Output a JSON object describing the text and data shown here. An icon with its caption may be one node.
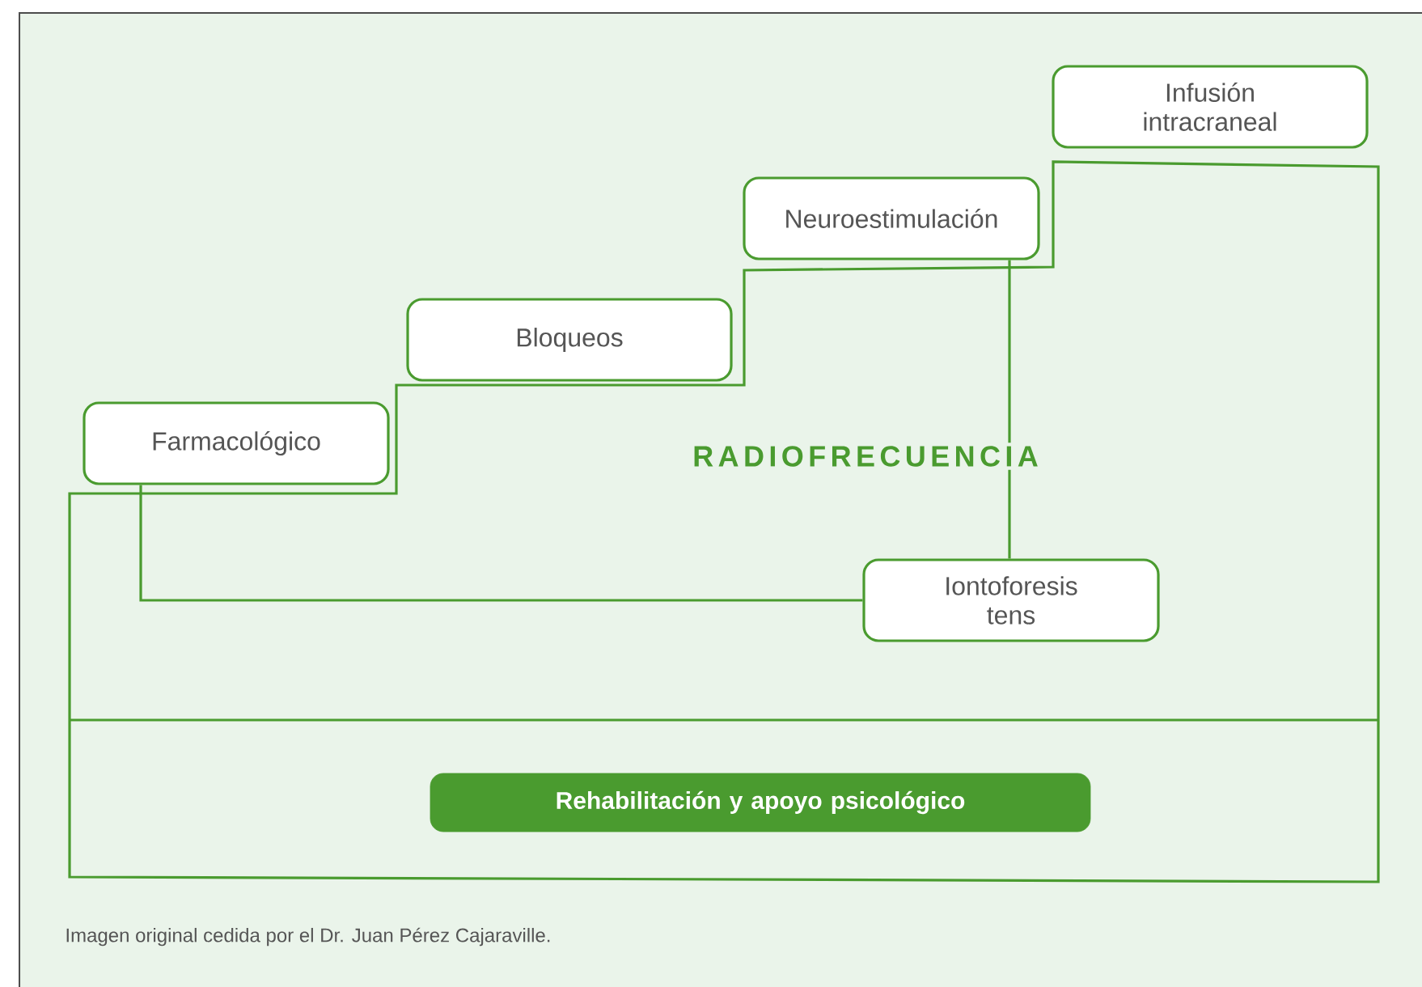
{
  "diagram": {
    "caption": "Imagen original cedida por el Dr. Juan Pérez Cajaraville.",
    "nodes": [
      {
        "text": [
          "Farmacológico"
        ]
      },
      {
        "text": [
          "Bloqueos"
        ]
      },
      {
        "text": [
          "Neuroestimulación"
        ]
      },
      {
        "text": [
          "Infusión intracraneal"
        ]
      },
      {
        "text": [
          "Iontoforesis tens"
        ]
      },
      {
        "text": [
          "Rehabilitación y apoyo psicológico"
        ]
      }
    ],
    "edges": [
      {
        "from": 0,
        "to": 4,
        "arrow": "none"
      },
      {
        "from": 2,
        "to": 4,
        "arrow": "none"
      }
    ],
    "labels": [
      "RADIOFRECUENCIA"
    ]
  }
}
